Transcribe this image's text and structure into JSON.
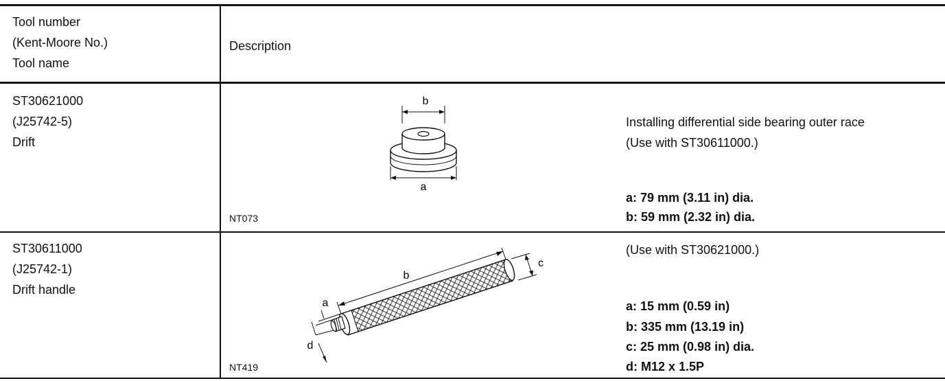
{
  "header": {
    "col1": [
      "Tool number",
      "(Kent-Moore No.)",
      "Tool name"
    ],
    "col2": "Description"
  },
  "rows": [
    {
      "tool_number": "ST30621000",
      "kent_moore": "(J25742-5)",
      "tool_name": "Drift",
      "figure_code": "NT073",
      "figure_labels": [
        "a",
        "b"
      ],
      "desc_lines": [
        "Installing differential side bearing outer race",
        "(Use with ST30611000.)"
      ],
      "specs": [
        "a: 79 mm (3.11 in) dia.",
        "b: 59 mm (2.32 in) dia."
      ]
    },
    {
      "tool_number": "ST30611000",
      "kent_moore": "(J25742-1)",
      "tool_name": "Drift handle",
      "figure_code": "NT419",
      "figure_labels": [
        "a",
        "b",
        "c",
        "d"
      ],
      "desc_lines": [
        "(Use with ST30621000.)"
      ],
      "specs": [
        "a: 15 mm (0.59 in)",
        "b: 335 mm (13.19 in)",
        "c: 25 mm (0.98 in) dia.",
        "d: M12 x 1.5P"
      ]
    }
  ]
}
